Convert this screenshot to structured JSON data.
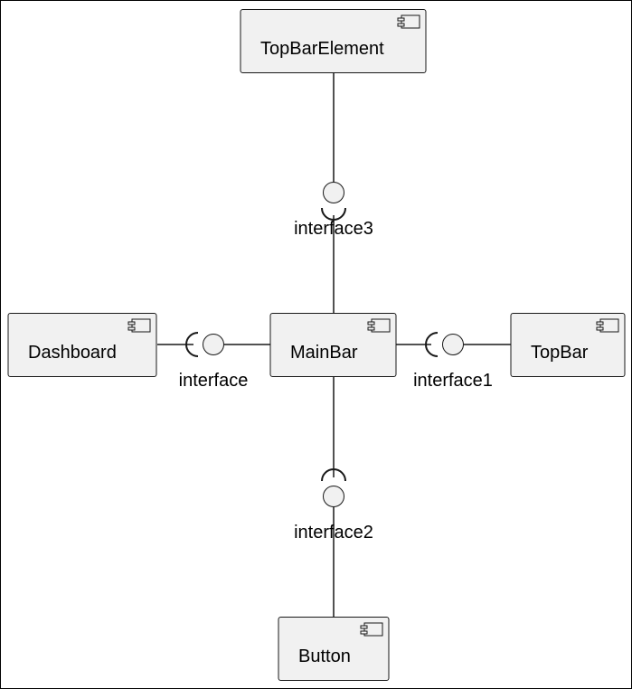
{
  "colors": {
    "component_fill": "#f1f1f1",
    "stroke": "#181818",
    "background": "#ffffff"
  },
  "components": {
    "top_bar_element": "TopBarElement",
    "dashboard": "Dashboard",
    "main_bar": "MainBar",
    "top_bar": "TopBar",
    "button": "Button"
  },
  "interfaces": {
    "interface": "interface",
    "interface1": "interface1",
    "interface2": "interface2",
    "interface3": "interface3"
  },
  "icons": {
    "component": "component-icon"
  }
}
